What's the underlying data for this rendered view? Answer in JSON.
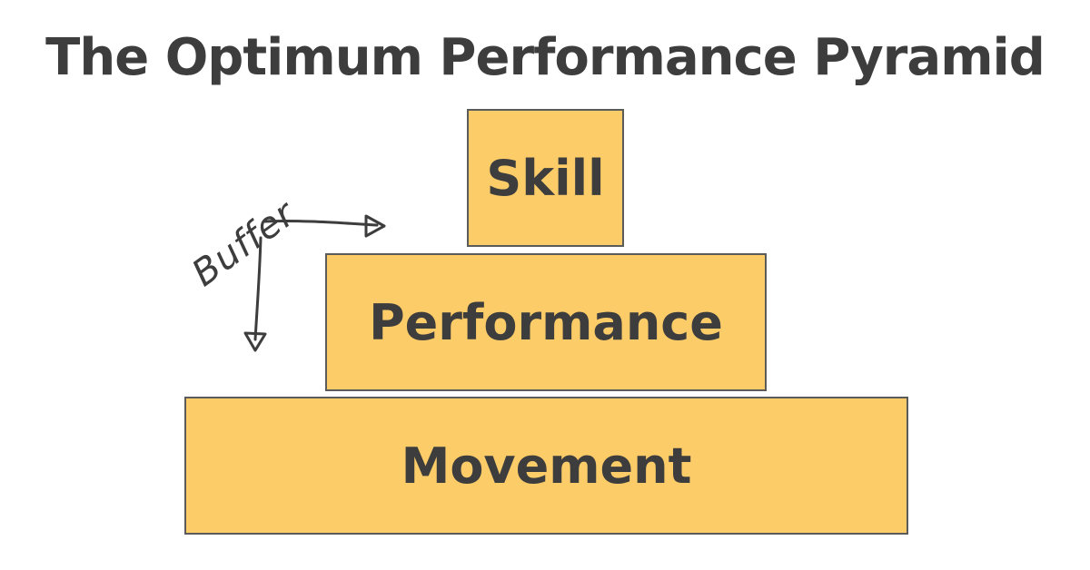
{
  "title": "The Optimum Performance Pyramid",
  "pyramid": {
    "top": "Skill",
    "middle": "Performance",
    "bottom": "Movement"
  },
  "annotation": {
    "text": "Buffer"
  },
  "colors": {
    "block_fill": "#fccc68",
    "block_border": "#5b5b5b",
    "text": "#3d3d3d",
    "arrow": "#3d3d3d",
    "background": "#ffffff"
  }
}
